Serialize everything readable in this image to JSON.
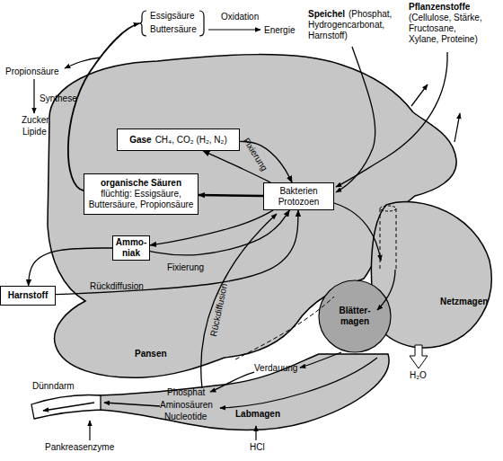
{
  "diagram": {
    "nodes": [
      {
        "text": [
          "Gase",
          "CH₄, CO₂ (H₂, N₂)"
        ]
      },
      {
        "text": [
          "organische Säuren",
          "flüchtig: Essigsäure, Buttersäure, Propionsäure"
        ]
      },
      {
        "text": [
          "Bakterien Protozoen"
        ]
      },
      {
        "text": [
          "Ammo- niak"
        ]
      },
      {
        "text": [
          "Harnstoff"
        ]
      }
    ],
    "edges": [
      {
        "from": 2,
        "to": 1,
        "arrow": "to"
      },
      {
        "from": 0,
        "to": 2,
        "label": "Fixierung",
        "arrow": "to"
      },
      {
        "from": 2,
        "to": 0,
        "arrow": "to"
      },
      {
        "from": 2,
        "to": 3,
        "arrow": "to"
      },
      {
        "from": 3,
        "to": 2,
        "label": "Fixierung",
        "arrow": "to"
      },
      {
        "from": 3,
        "to": 4,
        "arrow": "to"
      },
      {
        "from": 4,
        "to": 2,
        "label": "Rückdiffusion",
        "arrow": "to"
      }
    ],
    "labels": [
      "Propionsäure",
      "Synthese",
      "Zucker",
      "Lipide",
      "Essigsäure",
      "Buttersäure",
      "Oxidation",
      "Energie",
      "Speichel",
      "(Phosphat, Hydrogencarbonat, Harnstoff)",
      "Pflanzenstoffe",
      "(Cellulose, Stärke, Fructosane, Xylane, Proteine)",
      "Netzmagen",
      "Blätter- magen",
      "H₂O",
      "Pansen",
      "Rückdiffusion",
      "Verdauung",
      "Phosphat",
      "Aminosäuren",
      "Nucleotide",
      "Labmagen",
      "Dünndarm",
      "Pankreasenzyme",
      "HCl"
    ]
  }
}
